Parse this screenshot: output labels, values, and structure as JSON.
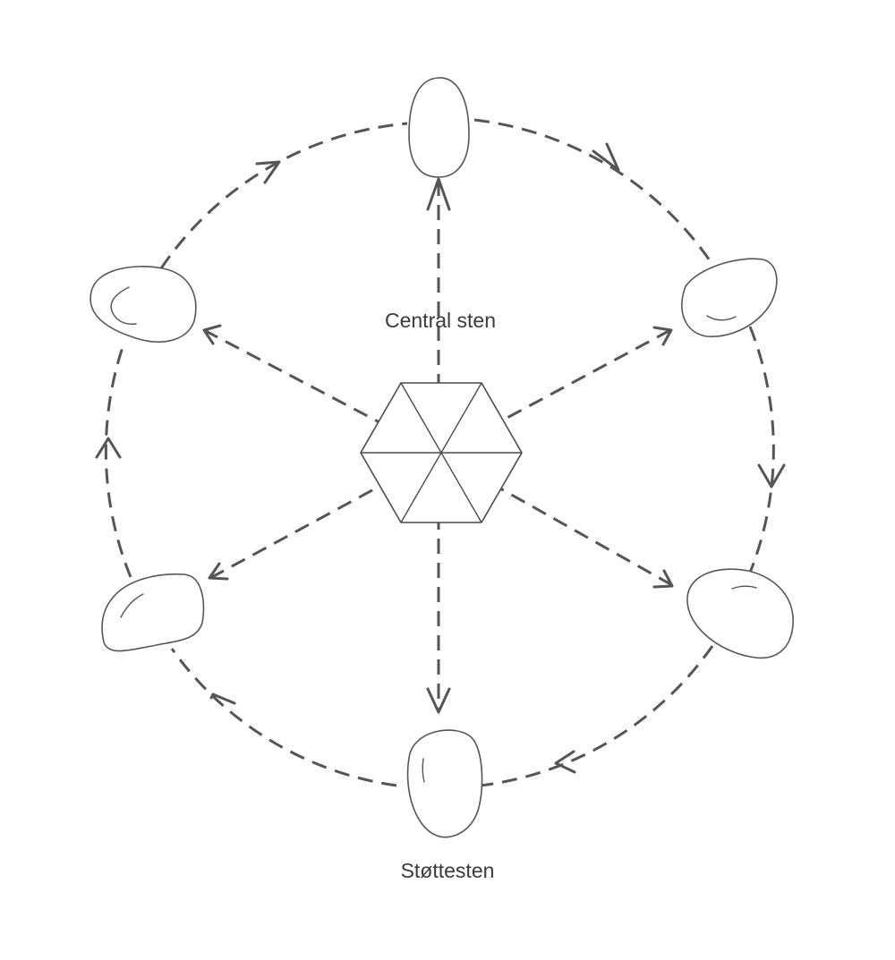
{
  "labels": {
    "center": "Central sten",
    "bottom": "Støttesten"
  },
  "colors": {
    "stroke": "#555555",
    "background": "#ffffff",
    "text": "#3a3a3a"
  },
  "nodes": [
    {
      "name": "stone-top"
    },
    {
      "name": "stone-upper-right"
    },
    {
      "name": "stone-lower-right"
    },
    {
      "name": "stone-bottom"
    },
    {
      "name": "stone-lower-left"
    },
    {
      "name": "stone-upper-left"
    }
  ],
  "center_node": {
    "name": "central-hexagon",
    "segments": 6
  }
}
